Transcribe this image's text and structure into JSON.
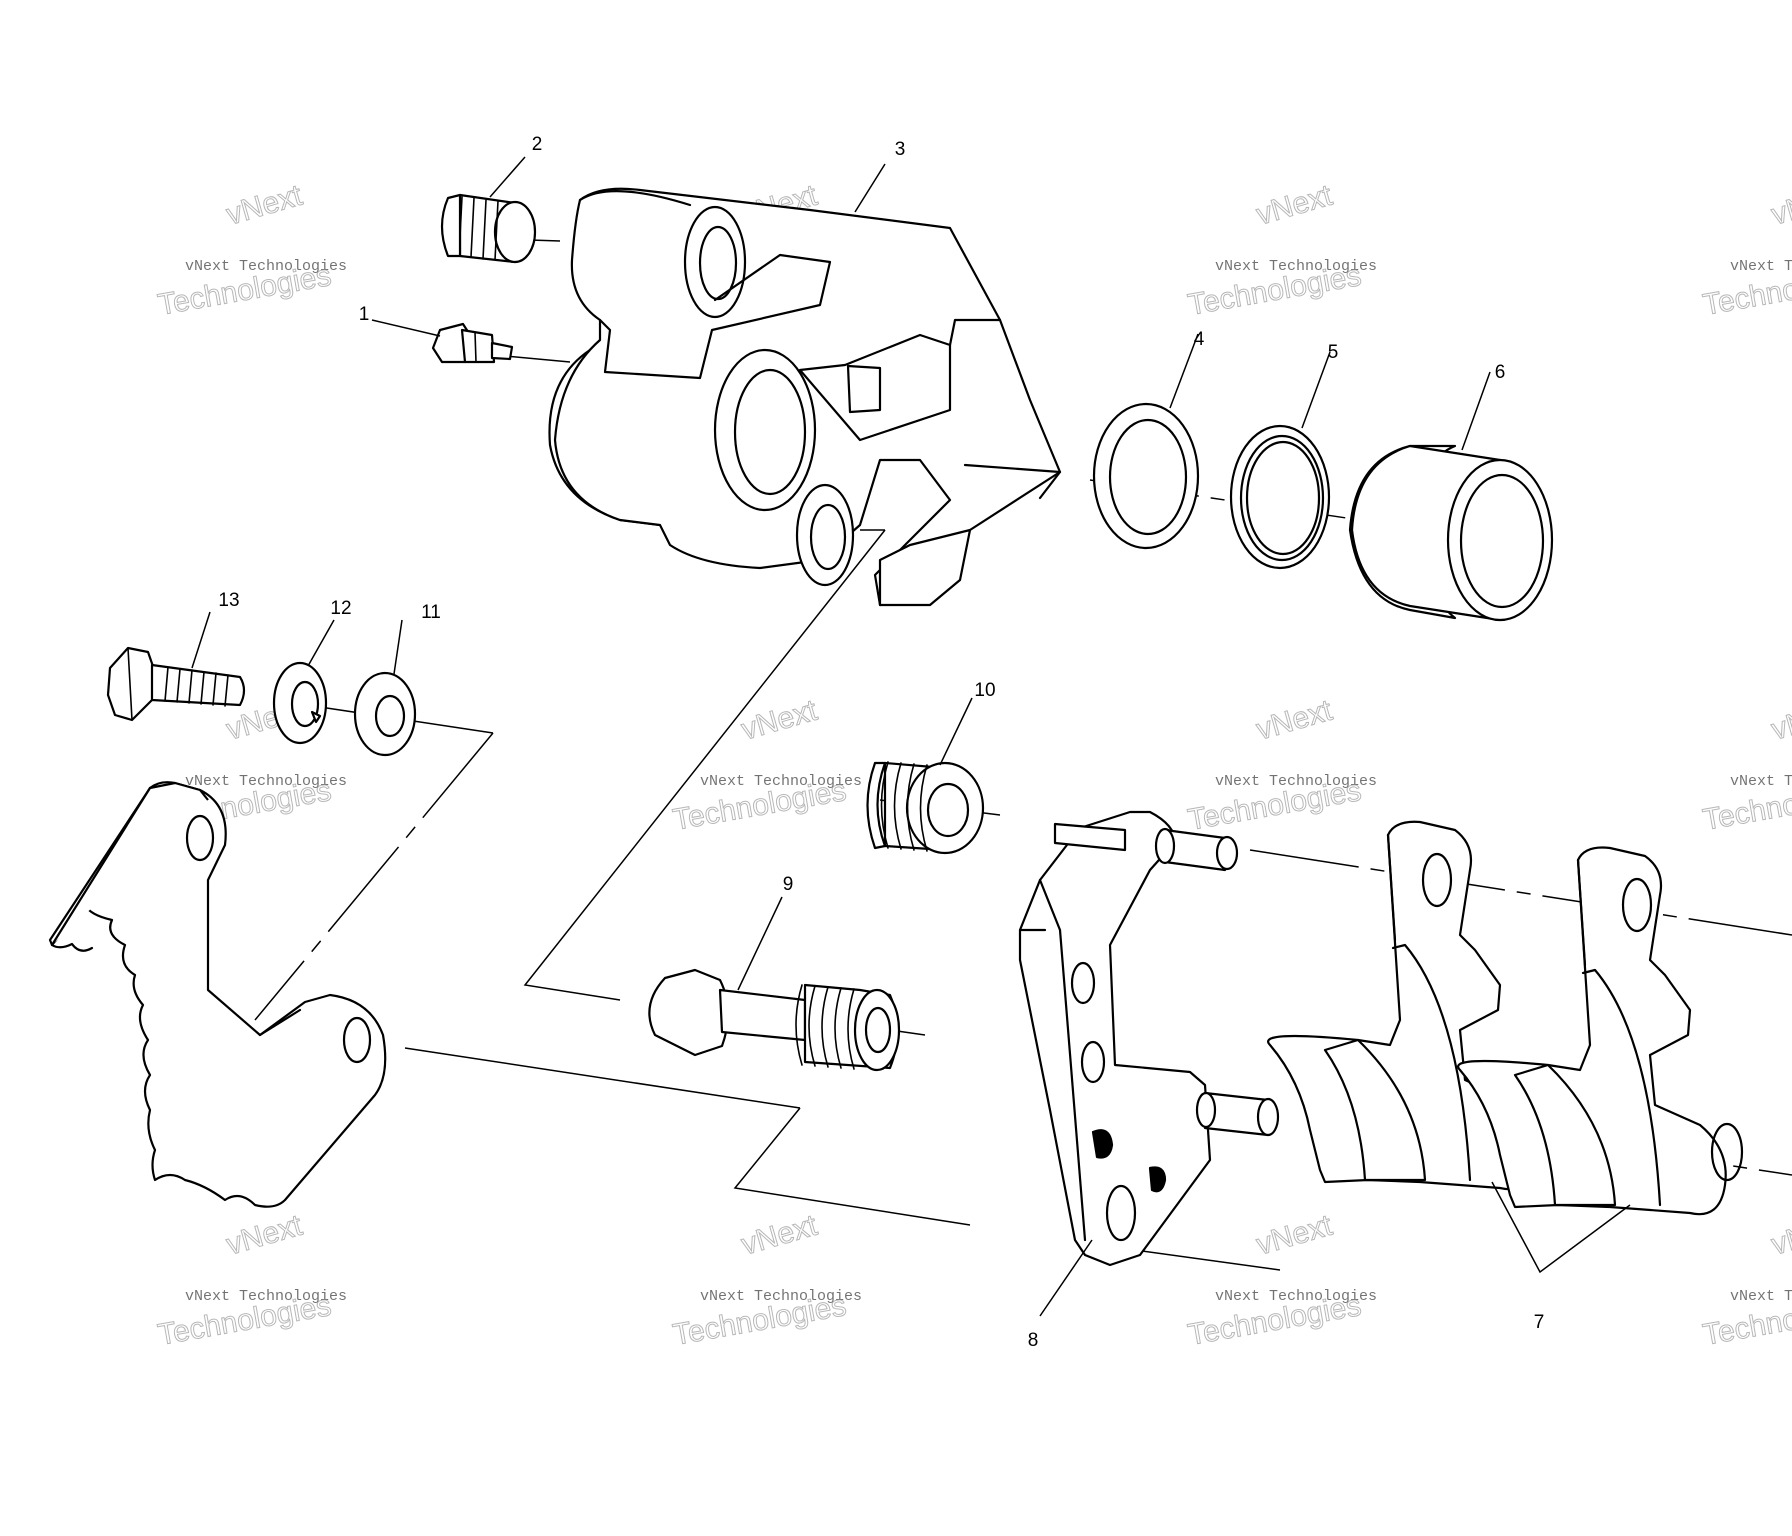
{
  "callouts": [
    {
      "id": "1",
      "label": "1"
    },
    {
      "id": "2",
      "label": "2"
    },
    {
      "id": "3",
      "label": "3"
    },
    {
      "id": "4",
      "label": "4"
    },
    {
      "id": "5",
      "label": "5"
    },
    {
      "id": "6",
      "label": "6"
    },
    {
      "id": "7",
      "label": "7"
    },
    {
      "id": "8",
      "label": "8"
    },
    {
      "id": "9",
      "label": "9"
    },
    {
      "id": "10",
      "label": "10"
    },
    {
      "id": "11",
      "label": "11"
    },
    {
      "id": "12",
      "label": "12"
    },
    {
      "id": "13",
      "label": "13"
    }
  ],
  "watermark": {
    "line1": "vNext",
    "line2": "vNext Technologies",
    "line3": "Technologies"
  }
}
